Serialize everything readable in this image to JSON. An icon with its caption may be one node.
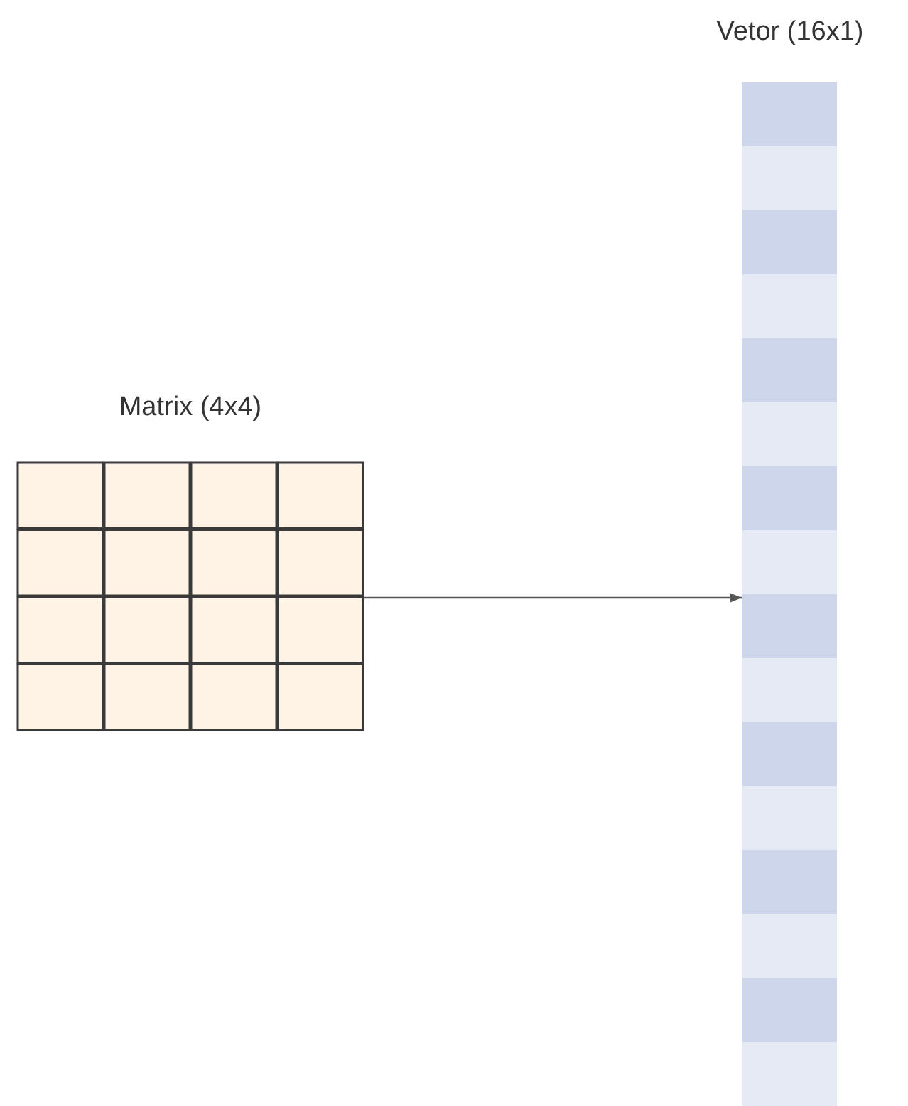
{
  "diagram": {
    "nodes": [
      {
        "text": [
          "Matrix (4x4)"
        ]
      },
      {
        "text": [
          "Vetor (16x1)"
        ]
      }
    ],
    "edges": [
      {
        "from": 0,
        "to": 1,
        "arrow": "to"
      }
    ]
  }
}
